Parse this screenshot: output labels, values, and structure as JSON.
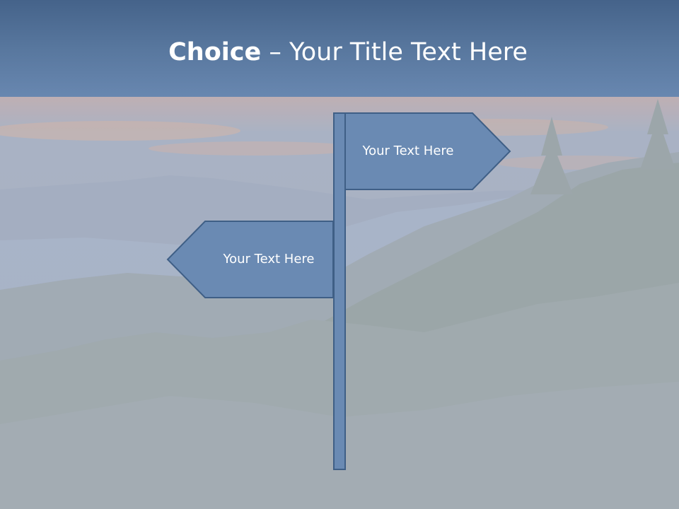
{
  "slide": {
    "title_strong": "Choice",
    "title_separator": " – ",
    "title_rest": "Your Title Text Here"
  },
  "signs": {
    "right_label": "Your Text Here",
    "left_label": "Your Text Here"
  },
  "colors": {
    "title_bar": "#58779e",
    "sign_fill": "#6a8ab3",
    "sign_stroke": "#3f5f86",
    "text": "#ffffff"
  }
}
